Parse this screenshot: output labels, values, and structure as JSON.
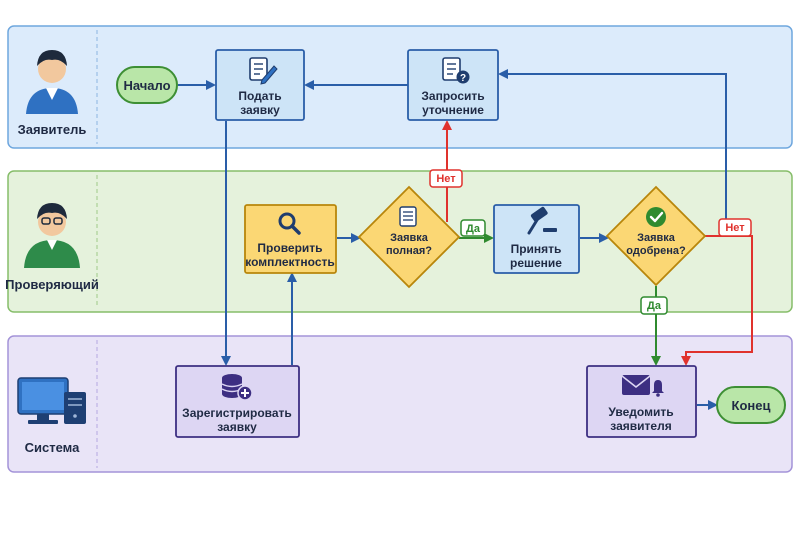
{
  "lanes": {
    "applicant": "Заявитель",
    "reviewer": "Проверяющий",
    "system": "Система"
  },
  "nodes": {
    "start": "Начало",
    "submit": [
      "Подать",
      "заявку"
    ],
    "request_clarification": [
      "Запросить",
      "уточнение"
    ],
    "check_completeness": [
      "Проверить",
      "комплектность"
    ],
    "is_complete": [
      "Заявка",
      "полная?"
    ],
    "decide": [
      "Принять",
      "решение"
    ],
    "is_approved": [
      "Заявка",
      "одобрена?"
    ],
    "register": [
      "Зарегистрировать",
      "заявку"
    ],
    "notify": [
      "Уведомить",
      "заявителя"
    ],
    "end": "Конец"
  },
  "edge_labels": {
    "complete_no": "Нет",
    "complete_yes": "Да",
    "approved_no": "Нет",
    "approved_yes": "Да"
  },
  "colors": {
    "lane_applicant": "#dcebfb",
    "lane_reviewer": "#e5f2dc",
    "lane_system": "#e9e4f7",
    "blue_node": "#cde4f7",
    "yellow_node": "#fbd774",
    "purple_node": "#ddd6f3",
    "terminal": "#b9e6a8",
    "flow_blue": "#2a5ea8",
    "flow_red": "#e0322d",
    "flow_green": "#2f8a2f"
  }
}
